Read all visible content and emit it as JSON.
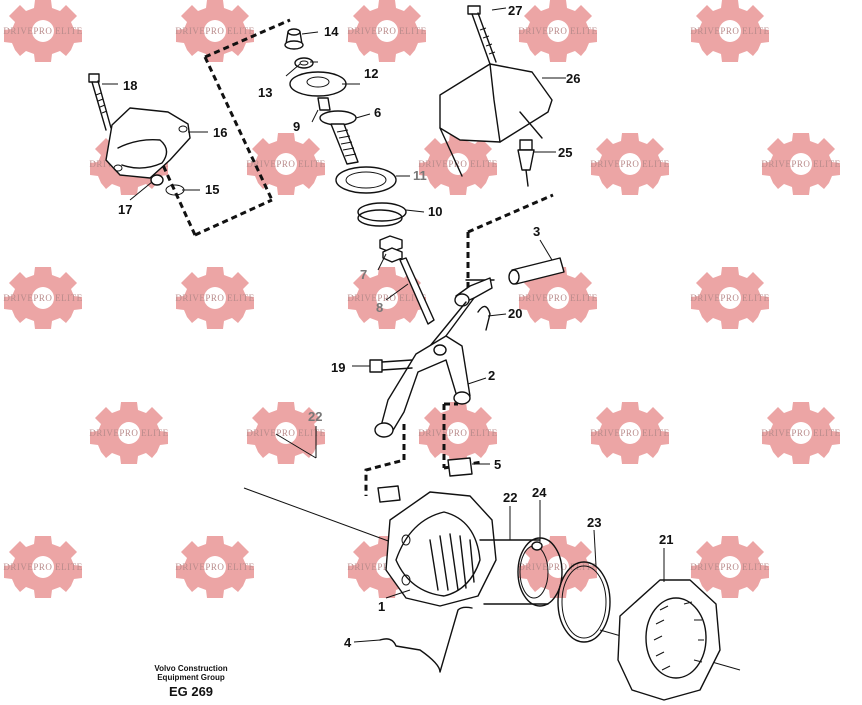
{
  "watermark": {
    "text": "DRIVEPRO ELITE",
    "color": "#e06a6a"
  },
  "labels": {
    "p1": "1",
    "p2": "2",
    "p3": "3",
    "p4": "4",
    "p5": "5",
    "p6": "6",
    "p7": "7",
    "p8": "8",
    "p9": "9",
    "p10": "10",
    "p11": "11",
    "p12": "12",
    "p13": "13",
    "p14": "14",
    "p15": "15",
    "p16": "16",
    "p17": "17",
    "p18": "18",
    "p19": "19",
    "p20": "20",
    "p21": "21",
    "p22a": "22",
    "p22b": "22",
    "p23": "23",
    "p24": "24",
    "p25": "25",
    "p26": "26",
    "p27": "27"
  },
  "caption": {
    "line1": "Volvo Construction",
    "line2": "Equipment Group",
    "code": "EG 269"
  }
}
